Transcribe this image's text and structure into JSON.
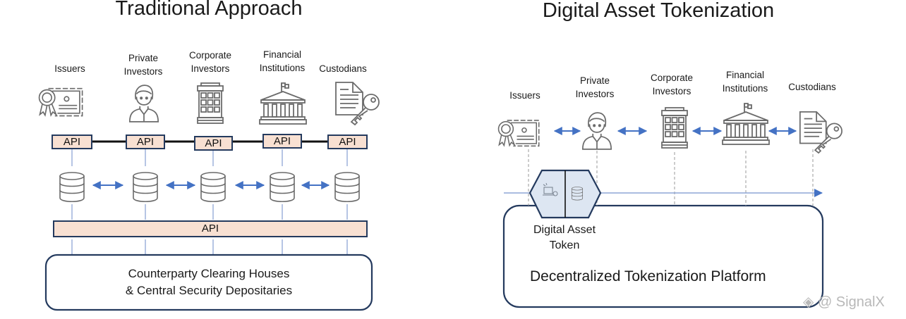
{
  "left_panel": {
    "title": "Traditional Approach",
    "participants": [
      {
        "label_lines": [
          "Issuers"
        ],
        "icon": "certificate-icon"
      },
      {
        "label_lines": [
          "Private",
          "Investors"
        ],
        "icon": "person-icon"
      },
      {
        "label_lines": [
          "Corporate",
          "Investors"
        ],
        "icon": "office-building-icon"
      },
      {
        "label_lines": [
          "Financial",
          "Institutions"
        ],
        "icon": "bank-icon"
      },
      {
        "label_lines": [
          "Custodians"
        ],
        "icon": "document-key-icon"
      }
    ],
    "api_label": "API",
    "shared_api_label": "API",
    "database_icon": "database-icon",
    "bottom_box_lines": [
      "Counterparty Clearing Houses",
      "& Central Security Depositaries"
    ]
  },
  "right_panel": {
    "title": "Digital Asset Tokenization",
    "participants": [
      {
        "label_lines": [
          "Issuers"
        ],
        "icon": "certificate-icon"
      },
      {
        "label_lines": [
          "Private",
          "Investors"
        ],
        "icon": "person-icon"
      },
      {
        "label_lines": [
          "Corporate",
          "Investors"
        ],
        "icon": "office-building-icon"
      },
      {
        "label_lines": [
          "Financial",
          "Institutions"
        ],
        "icon": "bank-icon"
      },
      {
        "label_lines": [
          "Custodians"
        ],
        "icon": "document-key-icon"
      }
    ],
    "token_label_lines": [
      "Digital Asset",
      "Token"
    ],
    "platform_label": "Decentralized Tokenization Platform"
  },
  "watermark": "@ SignalX",
  "colors": {
    "arrow_blue": "#4472c4",
    "api_fill": "#f8e0d2",
    "border_navy": "#243a5e",
    "token_fill": "#dde6f2",
    "icon_gray": "#6b6b6b"
  }
}
